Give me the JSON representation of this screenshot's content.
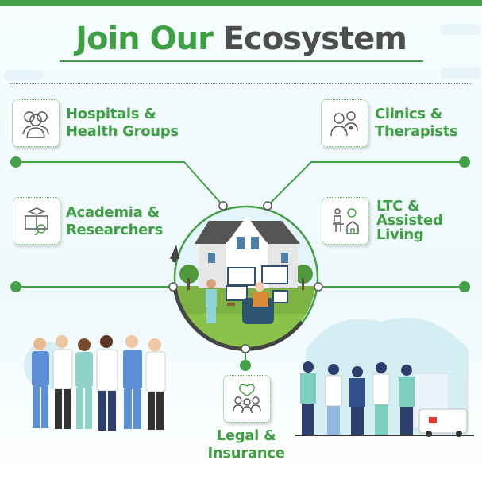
{
  "title": {
    "part1": "Join Our",
    "part2": "Ecosystem"
  },
  "nodes": [
    {
      "label_line1": "Hospitals &",
      "label_line2": "Health Groups",
      "icon": "medical-team-icon"
    },
    {
      "label_line1": "Clinics &",
      "label_line2": "Therapists",
      "icon": "doctor-patient-icon"
    },
    {
      "label_line1": "Academia &",
      "label_line2": "Researchers",
      "icon": "research-book-icon"
    },
    {
      "label_line1": "LTC &",
      "label_line2": "Assisted",
      "label_line3": "Living",
      "icon": "assisted-living-icon"
    },
    {
      "label_line1": "Legal &",
      "label_line2": "Insurance",
      "icon": "legal-family-icon"
    }
  ],
  "colors": {
    "accent": "#43a047",
    "dark": "#4d4d4d"
  }
}
